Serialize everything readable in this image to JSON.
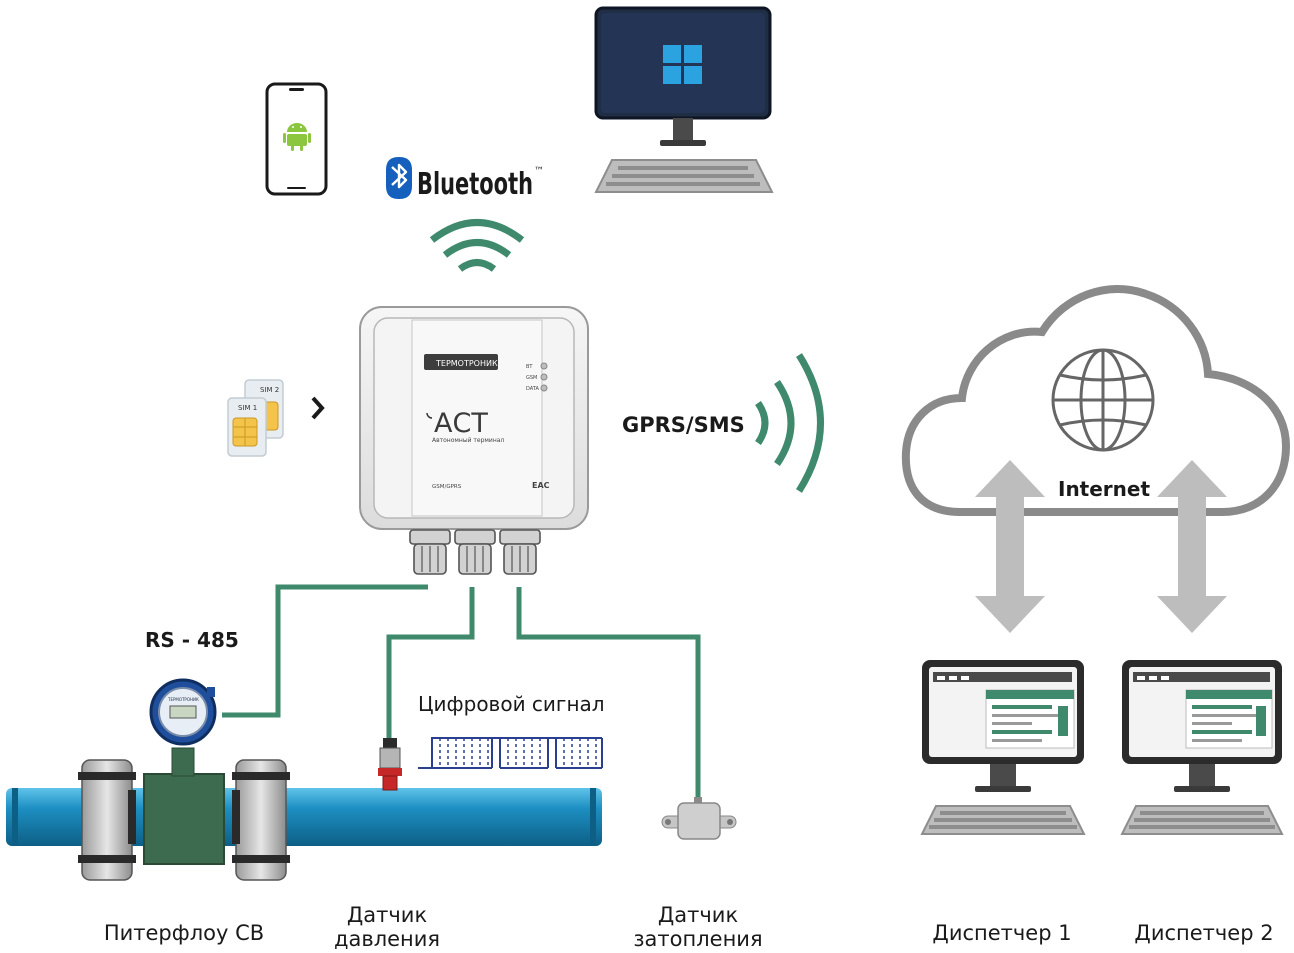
{
  "labels": {
    "bluetooth": "Bluetooth",
    "bluetooth_tm": "™",
    "gprs_sms": "GPRS/SMS",
    "internet": "Internet",
    "rs485": "RS - 485",
    "digital_signal": "Цифровой сигнал",
    "piterflow": "Питерфлоу СВ",
    "pressure_sensor_line1": "Датчик",
    "pressure_sensor_line2": "давления",
    "flood_sensor_line1": "Датчик",
    "flood_sensor_line2": "затопления",
    "dispatcher1": "Диспетчер 1",
    "dispatcher2": "Диспетчер 2"
  },
  "device": {
    "brand": "ТЕРМОТРОНИК",
    "name": "АСТ",
    "subtitle": "Автономный терминал",
    "indicators": [
      "BT",
      "GSM",
      "DATA"
    ],
    "mode": "GSM/GPRS",
    "cert_mark": "EAC"
  },
  "sim_cards": [
    "SIM 1",
    "SIM 2"
  ],
  "meter_brand": "ТЕРМОТРОНИК",
  "colors": {
    "accent_green": "#3f8a6d",
    "pipe_blue": "#1d8fc2",
    "monitor_dark": "#1f2d45",
    "windows_blue": "#2aa3e0",
    "android_green": "#8cc63f",
    "bluetooth_blue": "#1560bd",
    "cloud_gray": "#8a8a8a",
    "arrow_gray": "#bdbdbd"
  },
  "icons": [
    "android-phone-icon",
    "windows-desktop-icon",
    "bluetooth-icon",
    "sim-cards-icon",
    "globe-icon",
    "cloud-icon"
  ]
}
